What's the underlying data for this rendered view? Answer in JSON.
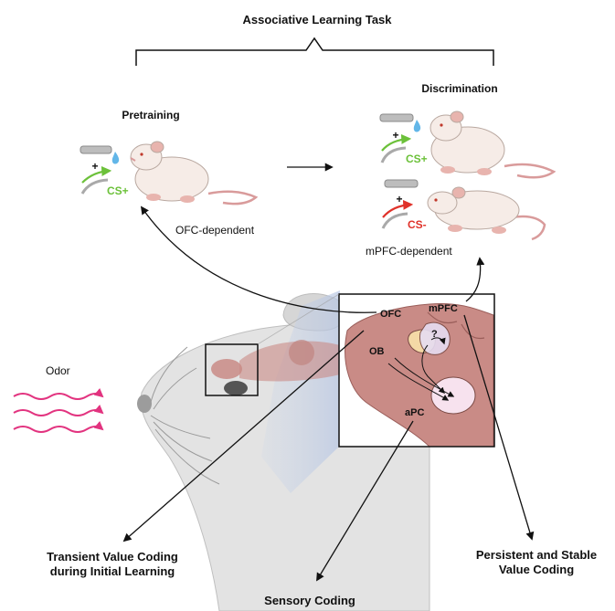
{
  "title": "Associative Learning Task",
  "stages": {
    "pretraining": "Pretraining",
    "discrimination": "Discrimination"
  },
  "cues": {
    "plus_sign": "+",
    "cs_plus": "CS+",
    "cs_minus": "CS-",
    "question": "?"
  },
  "annotations": {
    "ofc_dependent": "OFC-dependent",
    "mpfc_dependent": "mPFC-dependent",
    "odor": "Odor"
  },
  "regions": {
    "ofc": "OFC",
    "mpfc": "mPFC",
    "ob": "OB",
    "apc": "aPC"
  },
  "outcomes": {
    "transient_line1": "Transient Value Coding",
    "transient_line2": "during Initial Learning",
    "persistent_line1": "Persistent and Stable",
    "persistent_line2": "Value Coding",
    "sensory": "Sensory Coding"
  },
  "colors": {
    "cs_plus": "#6cc13a",
    "cs_minus": "#e0322a",
    "odor": "#e2337f",
    "brain": "#c98b86",
    "mouse_body": "#f6ece7",
    "head_gray": "#dedede",
    "water_drop": "#62b6e8"
  }
}
